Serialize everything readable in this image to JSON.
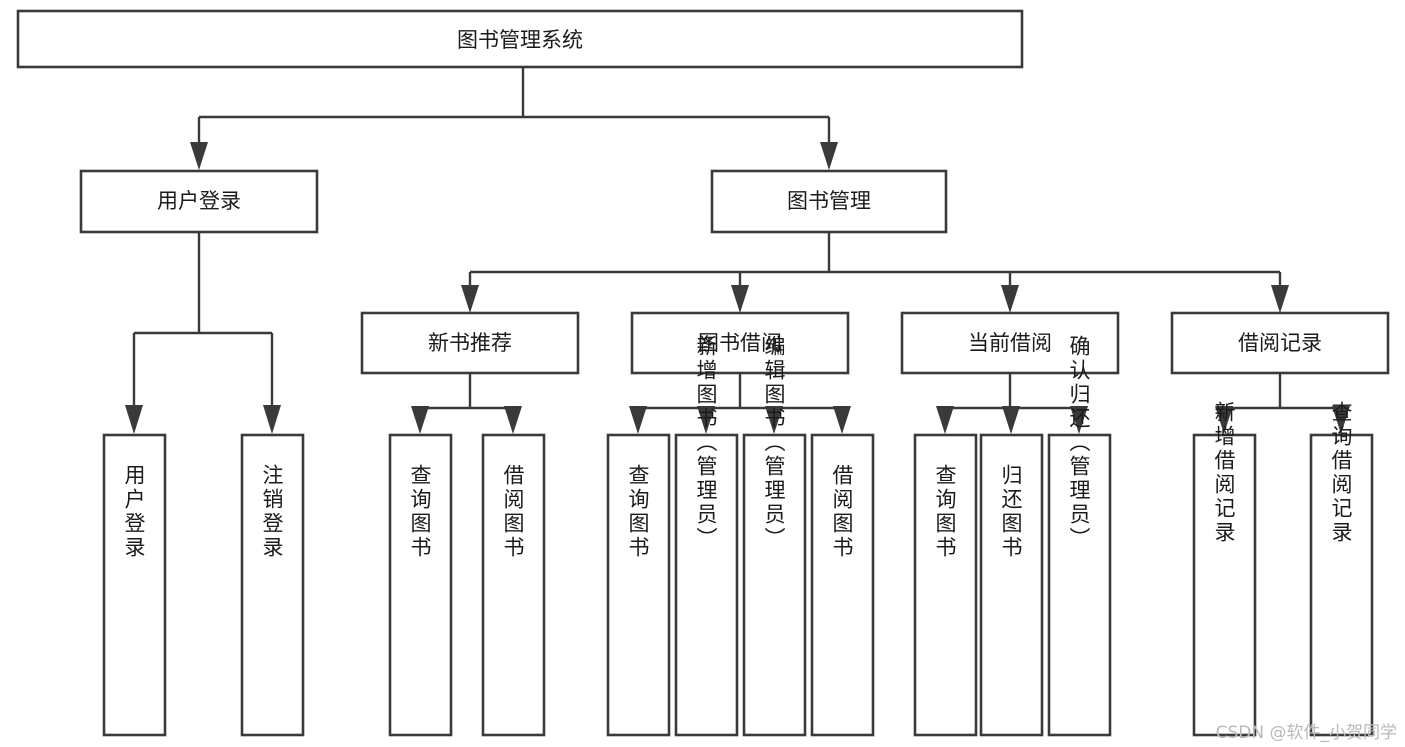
{
  "diagram": {
    "title": "图书管理系统",
    "type": "tree-hierarchy",
    "watermark": "CSDN @软件_小贺同学",
    "colors": {
      "background": "#ffffff",
      "stroke": "#3a3a3a",
      "text": "#1b1b1b",
      "watermark": "#b9b9b9"
    },
    "root": {
      "label": "图书管理系统"
    },
    "level1": [
      {
        "label": "用户登录"
      },
      {
        "label": "图书管理"
      }
    ],
    "level2": [
      {
        "label": "新书推荐"
      },
      {
        "label": "图书借阅"
      },
      {
        "label": "当前借阅"
      },
      {
        "label": "借阅记录"
      }
    ],
    "leaves": {
      "user_login": [
        {
          "label": "用户登录"
        },
        {
          "label": "注销登录"
        }
      ],
      "new_book_recommend": [
        {
          "label": "查询图书"
        },
        {
          "label": "借阅图书"
        }
      ],
      "book_borrow": [
        {
          "label": "查询图书"
        },
        {
          "label": "新增图书（管理员）"
        },
        {
          "label": "编辑图书（管理员）"
        },
        {
          "label": "借阅图书"
        }
      ],
      "current_borrow": [
        {
          "label": "查询图书"
        },
        {
          "label": "归还图书"
        },
        {
          "label": "确认归还（管理员）"
        }
      ],
      "borrow_record": [
        {
          "label": "新增借阅记录"
        },
        {
          "label": "查询借阅记录"
        }
      ]
    }
  }
}
